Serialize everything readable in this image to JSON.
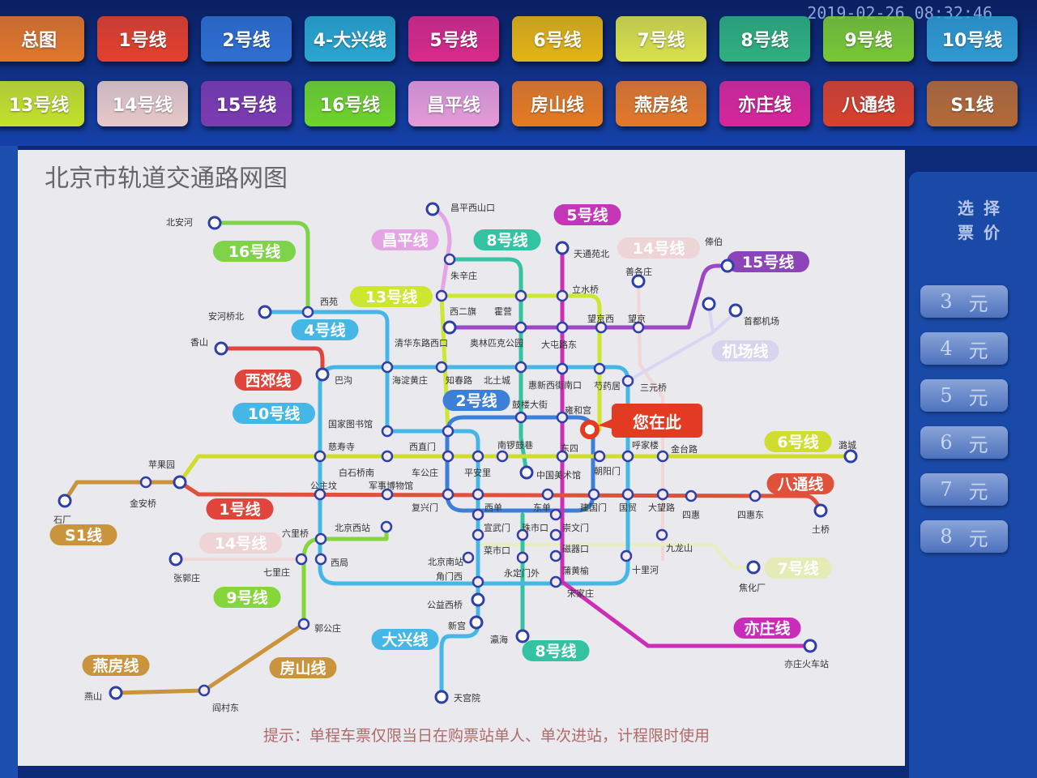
{
  "clock": "2019-02-26 08:32:46",
  "line_buttons": [
    {
      "label": "总图",
      "color": "#e2762a"
    },
    {
      "label": "1号线",
      "color": "#e5402c"
    },
    {
      "label": "2号线",
      "color": "#2f6fd0"
    },
    {
      "label": "4-大兴线",
      "color": "#2aa6cf"
    },
    {
      "label": "5号线",
      "color": "#d82a8a"
    },
    {
      "label": "6号线",
      "color": "#e3b414"
    },
    {
      "label": "7号线",
      "color": "#d9e04a"
    },
    {
      "label": "8号线",
      "color": "#2fb07f"
    },
    {
      "label": "9号线",
      "color": "#79c735"
    },
    {
      "label": "10号线",
      "color": "#2f9ad0"
    },
    {
      "label": "13号线",
      "color": "#c4e12a"
    },
    {
      "label": "14号线",
      "color": "#e7c9c8"
    },
    {
      "label": "15号线",
      "color": "#7d3bb0"
    },
    {
      "label": "16号线",
      "color": "#6fd42a"
    },
    {
      "label": "昌平线",
      "color": "#e59ad8"
    },
    {
      "label": "房山线",
      "color": "#e77a22"
    },
    {
      "label": "燕房线",
      "color": "#e4782a"
    },
    {
      "label": "亦庄线",
      "color": "#d8269a"
    },
    {
      "label": "八通线",
      "color": "#d9412c"
    },
    {
      "label": "S1线",
      "color": "#b56a36"
    }
  ],
  "map": {
    "title": "北京市轨道交通路网图",
    "you_are_here": "您在此",
    "line_labels": [
      {
        "label": "16号线",
        "color": "#7fd34a"
      },
      {
        "label": "昌平线",
        "color": "#e4a4e6"
      },
      {
        "label": "8号线",
        "color": "#33c3a3"
      },
      {
        "label": "5号线",
        "color": "#c435b8"
      },
      {
        "label": "14号线",
        "color": "#efd4d6"
      },
      {
        "label": "15号线",
        "color": "#8b45b8"
      },
      {
        "label": "13号线",
        "color": "#cde62e"
      },
      {
        "label": "4号线",
        "color": "#45b7e6"
      },
      {
        "label": "机场线",
        "color": "#d9d3ef"
      },
      {
        "label": "西郊线",
        "color": "#e0443a"
      },
      {
        "label": "10号线",
        "color": "#45b7e6"
      },
      {
        "label": "2号线",
        "color": "#3b7fd8"
      },
      {
        "label": "6号线",
        "color": "#cfdd2e"
      },
      {
        "label": "八通线",
        "color": "#e0503b"
      },
      {
        "label": "1号线",
        "color": "#e0443a"
      },
      {
        "label": "S1线",
        "color": "#c9943c"
      },
      {
        "label": "14号线",
        "color": "#efd4d6"
      },
      {
        "label": "7号线",
        "color": "#e4ebb6"
      },
      {
        "label": "9号线",
        "color": "#86d63a"
      },
      {
        "label": "大兴线",
        "color": "#45b7e6"
      },
      {
        "label": "8号线",
        "color": "#33c3a3"
      },
      {
        "label": "亦庄线",
        "color": "#c92cb8"
      },
      {
        "label": "燕房线",
        "color": "#c9943c"
      },
      {
        "label": "房山线",
        "color": "#c9943c"
      }
    ],
    "stations": [
      "北安河",
      "昌平西山口",
      "朱辛庄",
      "天通苑北",
      "善各庄",
      "俸伯",
      "西苑",
      "安河桥北",
      "立水桥",
      "西二旗",
      "霍营",
      "香山",
      "清华东路西口",
      "奥林匹克公园",
      "大屯路东",
      "望京西",
      "望京",
      "首都机场",
      "巴沟",
      "海淀黄庄",
      "知春路",
      "北土城",
      "惠新西街南口",
      "芍药居",
      "三元桥",
      "鼓楼大街",
      "雍和宫",
      "国家图书馆",
      "慈寿寺",
      "西直门",
      "南锣鼓巷",
      "东四",
      "呼家楼",
      "金台路",
      "潞城",
      "苹果园",
      "金安桥",
      "石厂",
      "白石桥南",
      "车公庄",
      "平安里",
      "中国美术馆",
      "朝阳门",
      "公主坟",
      "军事博物馆",
      "复兴门",
      "西单",
      "东单",
      "建国门",
      "国贸",
      "大望路",
      "四惠",
      "四惠东",
      "土桥",
      "北京西站",
      "六里桥",
      "宣武门",
      "珠市口",
      "崇文门",
      "菜市口",
      "磁器口",
      "九龙山",
      "张郭庄",
      "七里庄",
      "西局",
      "北京南站",
      "永定门外",
      "蒲黄榆",
      "十里河",
      "焦化厂",
      "角门西",
      "宋家庄",
      "公益西桥",
      "郭公庄",
      "新宫",
      "瀛海",
      "亦庄火车站",
      "天宫院",
      "阎村东",
      "燕山"
    ]
  },
  "fare_panel": {
    "heading_line1": "选择",
    "heading_line2": "票价",
    "currency": "元",
    "fares": [
      "3",
      "4",
      "5",
      "6",
      "7",
      "8"
    ]
  },
  "hint": "提示：单程车票仅限当日在购票站单人、单次进站，计程限时使用"
}
